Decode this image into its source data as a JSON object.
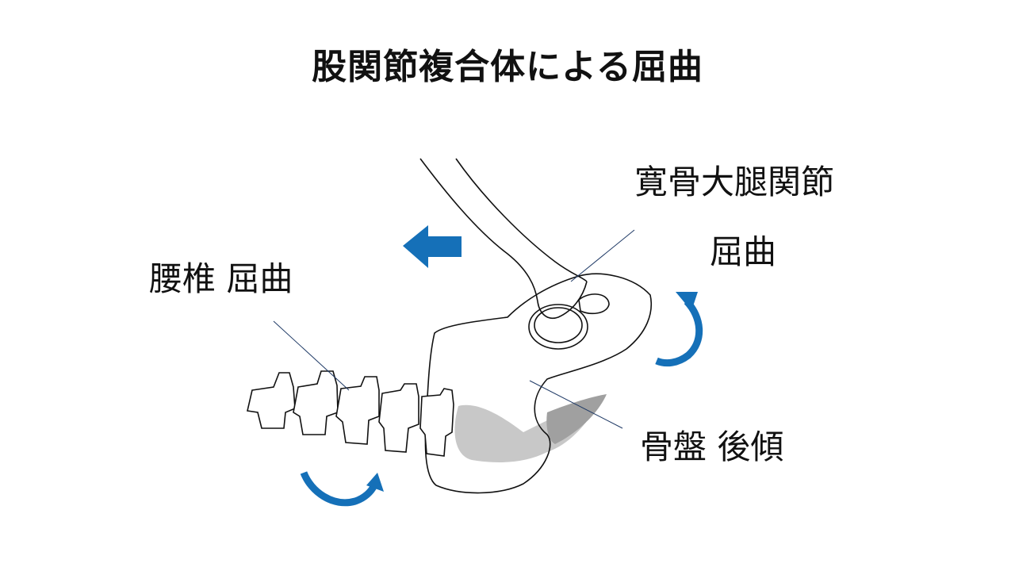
{
  "title": "股関節複合体による屈曲",
  "labels": {
    "hip_joint": "寛骨大腿関節",
    "hip_flexion": "屈曲",
    "lumbar": "腰椎 屈曲",
    "pelvis": "骨盤 後傾"
  },
  "colors": {
    "arrow": "#1570b8",
    "pelvis_shading": "#c8c8c8",
    "line": "#1f3a66"
  },
  "icons": [
    "arrow-left-icon",
    "rotation-arrow-icon",
    "rotation-arrow-icon"
  ]
}
